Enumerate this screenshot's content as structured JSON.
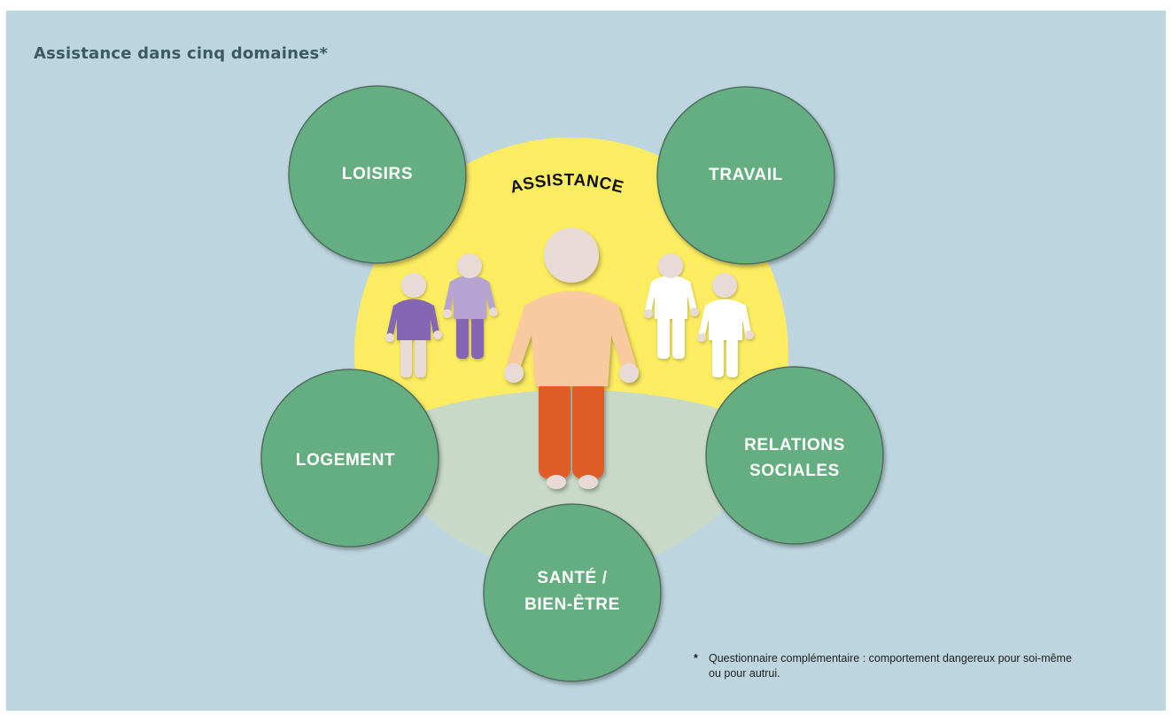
{
  "title": "Assistance dans cinq domaines*",
  "center_label": "ASSISTANCE",
  "domains": {
    "loisirs": "LOISIRS",
    "travail": "TRAVAIL",
    "logement": "LOGEMENT",
    "relations_sociales": [
      "RELATIONS",
      "SOCIALES"
    ],
    "sante_bien_etre": [
      "SANTÉ /",
      "BIEN-ÊTRE"
    ]
  },
  "footnote": {
    "marker": "*",
    "lines": [
      "Questionnaire complémentaire : comportement dangereux pour soi-même",
      "ou pour autrui."
    ]
  },
  "colors": {
    "background": "#bcd5de",
    "title": "#3c5a66",
    "domain_circle": "#65ae82",
    "assistance_area": "#fbec61",
    "ground": "#c9d9c8",
    "main_figure_shirt": "#f9c9a0",
    "main_figure_pants": "#df5b28",
    "figure_skin": "#e8dad6",
    "purple_dark": "#8466b4",
    "purple_light": "#b5a4d2",
    "white_figure": "#ffffff"
  }
}
